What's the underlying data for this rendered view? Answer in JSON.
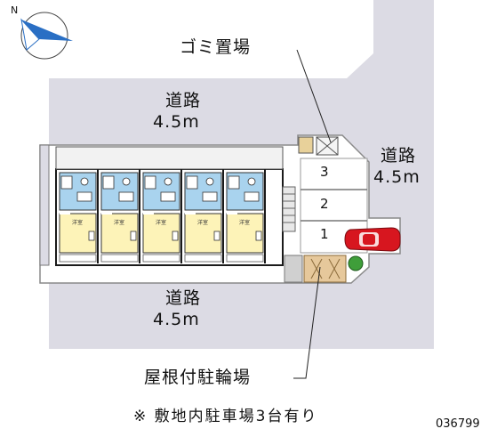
{
  "labels": {
    "garbage": "ゴミ置場",
    "road_top": "道路",
    "road_top_width": "4.5m",
    "road_right": "道路",
    "road_right_width": "4.5m",
    "road_bottom": "道路",
    "road_bottom_width": "4.5m",
    "bike_parking": "屋根付駐輪場",
    "note": "※ 敷地内駐車場3台有り",
    "map_id": "036799"
  },
  "compass": {
    "north_label": "N"
  },
  "parking": {
    "spaces": [
      "3",
      "2",
      "1"
    ]
  },
  "units": {
    "count": 5,
    "room_label": "洋室"
  },
  "colors": {
    "road": "#dcdbe4",
    "site": "#ffffff",
    "building_floor": "#fdf3b8",
    "wet_area": "#a9d3ee",
    "wall": "#1a1a1a",
    "car": "#d7161f",
    "bike_roof": "#e6c89b",
    "green": "#3f9e3a"
  }
}
